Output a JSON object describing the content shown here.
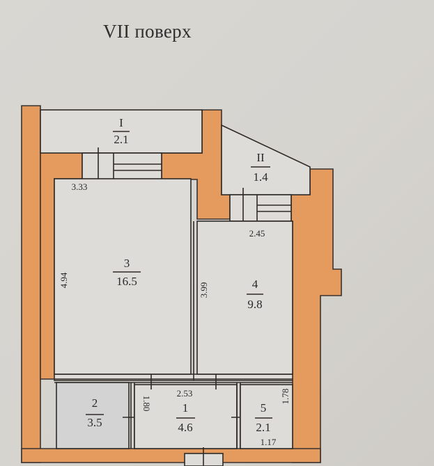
{
  "title": "VII поверх",
  "colors": {
    "wall": "#e59a5e",
    "room": "#dddcd8",
    "background": "#d7d5d0",
    "line": "#2e2a28"
  },
  "rooms": [
    {
      "id": "I",
      "number": "I",
      "area": "2.1",
      "type": "balcony"
    },
    {
      "id": "II",
      "number": "II",
      "area": "1.4",
      "type": "balcony"
    },
    {
      "id": "3",
      "number": "3",
      "area": "16.5"
    },
    {
      "id": "4",
      "number": "4",
      "area": "9.8"
    },
    {
      "id": "2",
      "number": "2",
      "area": "3.5"
    },
    {
      "id": "1",
      "number": "1",
      "area": "4.6"
    },
    {
      "id": "5",
      "number": "5",
      "area": "2.1"
    }
  ],
  "dimensions": {
    "d333": "3.33",
    "d245": "2.45",
    "d494": "4.94",
    "d399": "3.99",
    "d253": "2.53",
    "d180": "1.80",
    "d178": "1.78",
    "d117": "1.17"
  }
}
